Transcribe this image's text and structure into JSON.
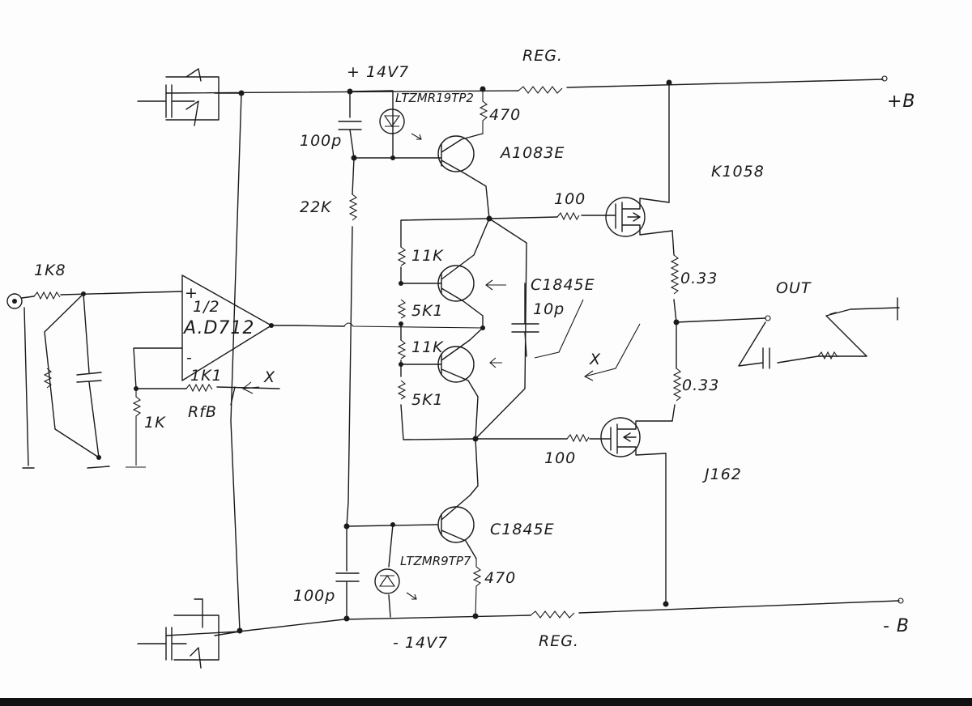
{
  "labels": {
    "plus_rail": "+ 14V7",
    "minus_rail": "- 14V7",
    "reg_top": "REG.",
    "reg_bottom": "REG.",
    "plus_b": "+B",
    "minus_b": "- B",
    "out": "OUT",
    "r_in": "1K8",
    "opamp_part": "A.D712",
    "opamp_half": "1/2",
    "opamp_plus": "+",
    "opamp_minus": "-",
    "r_fb": "1K1",
    "rfb": "RfB",
    "r_gnd": "1K",
    "x_mark_left": "X",
    "x_mark_right": "X",
    "c_top": "100p",
    "c_bottom": "100p",
    "c_mid": "10p",
    "r_22k": "22K",
    "led_top": "LTZMR19TP2",
    "led_bottom": "LTZMR9TP7",
    "r_470_top": "470",
    "r_470_bottom": "470",
    "q_top": "A1083E",
    "q_mid": "C1845E",
    "q_bottom": "C1845E",
    "r_11k_a": "11K",
    "r_5k1_a": "5K1",
    "r_11k_b": "11K",
    "r_5k1_b": "5K1",
    "r_100_top": "100",
    "r_100_bottom": "100",
    "mosfet_top": "K1058",
    "mosfet_bottom": "J162",
    "r_033_top": "0.33",
    "r_033_bottom": "0.33"
  }
}
